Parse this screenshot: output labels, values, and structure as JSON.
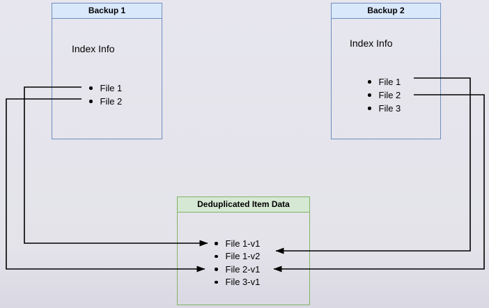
{
  "colors": {
    "page_bg_top": "#e7e6ee",
    "page_bg_mid": "#e4e3ea",
    "page_bg_bottom": "#d9d8e3",
    "blue_fill": "#dae8fc",
    "blue_stroke": "#6c8ebf",
    "green_fill": "#d5e8d4",
    "green_stroke": "#82b366",
    "edge": "#000000",
    "text": "#000000"
  },
  "boxes": {
    "backup1": {
      "title": "Backup 1",
      "subtitle": "Index Info",
      "items": [
        "File 1",
        "File 2"
      ]
    },
    "backup2": {
      "title": "Backup 2",
      "subtitle": "Index Info",
      "items": [
        "File 1",
        "File 2",
        "File 3"
      ]
    },
    "dedup": {
      "title": "Deduplicated Item Data",
      "items": [
        "File 1-v1",
        "File 1-v2",
        "File 2-v1",
        "File 3-v1"
      ]
    }
  },
  "edges": [
    {
      "from": "Backup 1 / File 1",
      "to": "File 1-v1",
      "arrow_side": "left"
    },
    {
      "from": "Backup 1 / File 2",
      "to": "File 2-v1",
      "arrow_side": "left"
    },
    {
      "from": "Backup 2 / File 1",
      "to": "File 1-v2",
      "arrow_side": "right"
    },
    {
      "from": "Backup 2 / File 2",
      "to": "File 2-v1",
      "arrow_side": "right"
    }
  ]
}
